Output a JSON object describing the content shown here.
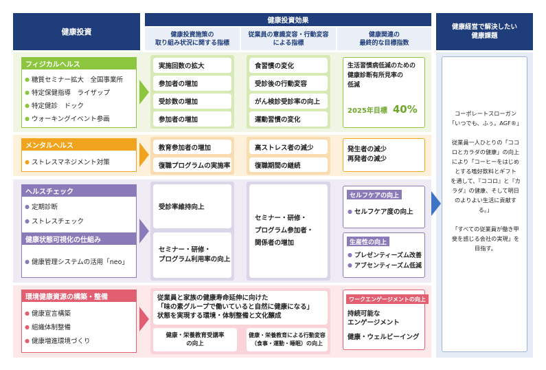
{
  "header": {
    "investment": "健康投資",
    "effect": "健康投資効果",
    "issues_line1": "健康経営で解決したい",
    "issues_line2": "健康課題",
    "sub1_l1": "健康投資施策の",
    "sub1_l2": "取り組み状況に関する指標",
    "sub2_l1": "従業員の意識変容・行動変容",
    "sub2_l2": "による指標",
    "sub3_l1": "健康関連の",
    "sub3_l2": "最終的な目標指数"
  },
  "physical": {
    "title": "フィジカルヘルス",
    "items": [
      "糖質セミナー拡大　全国事業所",
      "特定保健指導　ライザップ",
      "特定健診　ドック",
      "ウォーキングイベント参画"
    ],
    "col1": [
      "実施回数の拡大",
      "参加者の増加",
      "受診数の増加",
      "参加者の増加"
    ],
    "col2": [
      "食習慣の変化",
      "受診後の行動変容",
      "がん検診受診率の向上",
      "運動習慣の変化"
    ],
    "goal_l1": "生活習慣病低減のための",
    "goal_l2": "健康診断有所見率の",
    "goal_l3": "低減",
    "target_label": "2025年目標",
    "target_value": "40%"
  },
  "mental": {
    "title": "メンタルヘルス",
    "items": [
      "ストレスマネジメント対策"
    ],
    "col1": [
      "教育参加者の増加",
      "復職プログラムの実施率"
    ],
    "col2": [
      "高ストレス者の減少",
      "復職期間の継続"
    ],
    "goal_l1": "発生者の減少",
    "goal_l2": "再発者の減少"
  },
  "check": {
    "title": "ヘルスチェック",
    "items": [
      "定期診断",
      "ストレスチェック"
    ],
    "title2": "健康状態可視化の仕組み",
    "items2": [
      "健康管理システムの活用「neo」"
    ],
    "col1a": "受診率維持向上",
    "col1b_l1": "セミナー・研修・",
    "col1b_l2": "プログラム利用率の向上",
    "col2_l1": "セミナー・研修・",
    "col2_l2": "プログラム参加者・",
    "col2_l3": "関係者の増加",
    "tag1": "セルフケアの向上",
    "tag1_item": "セルフケア度の向上",
    "tag2": "生産性の向上",
    "tag2_items": [
      "プレゼンティーズム改善",
      "アブセンティーズム低減"
    ]
  },
  "env": {
    "title": "環境健康資源の構築・整備",
    "items": [
      "健康宣言構築",
      "組織体制整備",
      "健康増進環境づくり"
    ],
    "big_l1": "従業員と家族の健康寿命延伸に向けた",
    "big_l2": "「味の素グループで働いていると自然に健康になる」",
    "big_l3": "状態を実現する環境・体制整備と文化醸成",
    "col1_l1": "健康・栄養教育受講率",
    "col1_l2": "の向上",
    "col2_l1": "健康・栄養教育による行動変容",
    "col2_l2": "（食事・運動・睡眠）の向上",
    "tag": "ワークエンゲージメントの向上",
    "goal_l1": "持続可能な",
    "goal_l2": "エンゲージメント",
    "goal_l3": "健康・ウェルビーイング"
  },
  "right": {
    "p1_l1": "コーポレートスローガン",
    "p1_l2": "「いつでも、ふぅ。AGF®」",
    "p2": [
      "従業員一人ひとりの「ココ",
      "ロとカラダの健康」の向上",
      "により「コーヒーをはじめ",
      "とする嗜好飲料とギフト",
      "を通して、『ココロ』と『カ",
      "ラダ』の健康、そして明日",
      "のよりよい生活に貢献す",
      "る。」"
    ],
    "p3": [
      "「すべての従業員が働き甲",
      "斐を感じる会社の実現」を",
      "目指す。"
    ]
  },
  "colors": {
    "navy": "#1f3d7a",
    "green": "#8cc63f",
    "orange": "#f0a31c",
    "purple": "#8b7ab8",
    "pink": "#e25f72"
  }
}
